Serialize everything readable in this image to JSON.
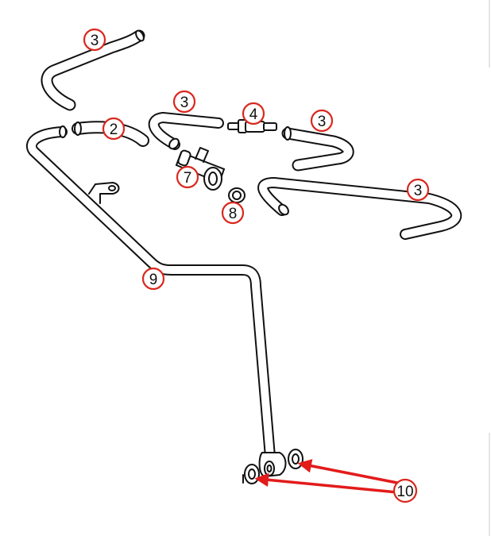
{
  "diagram": {
    "callouts": [
      {
        "id": "callout-3-top-left",
        "label": "3"
      },
      {
        "id": "callout-2",
        "label": "2"
      },
      {
        "id": "callout-3-mid",
        "label": "3"
      },
      {
        "id": "callout-4",
        "label": "4"
      },
      {
        "id": "callout-3-right",
        "label": "3"
      },
      {
        "id": "callout-7",
        "label": "7"
      },
      {
        "id": "callout-8",
        "label": "8"
      },
      {
        "id": "callout-3-far-right",
        "label": "3"
      },
      {
        "id": "callout-9",
        "label": "9"
      },
      {
        "id": "callout-10",
        "label": "10"
      }
    ],
    "colors": {
      "line": "#111111",
      "callout_ring": "#d9281e",
      "arrow": "#e31b1b",
      "background": "#ffffff"
    }
  }
}
